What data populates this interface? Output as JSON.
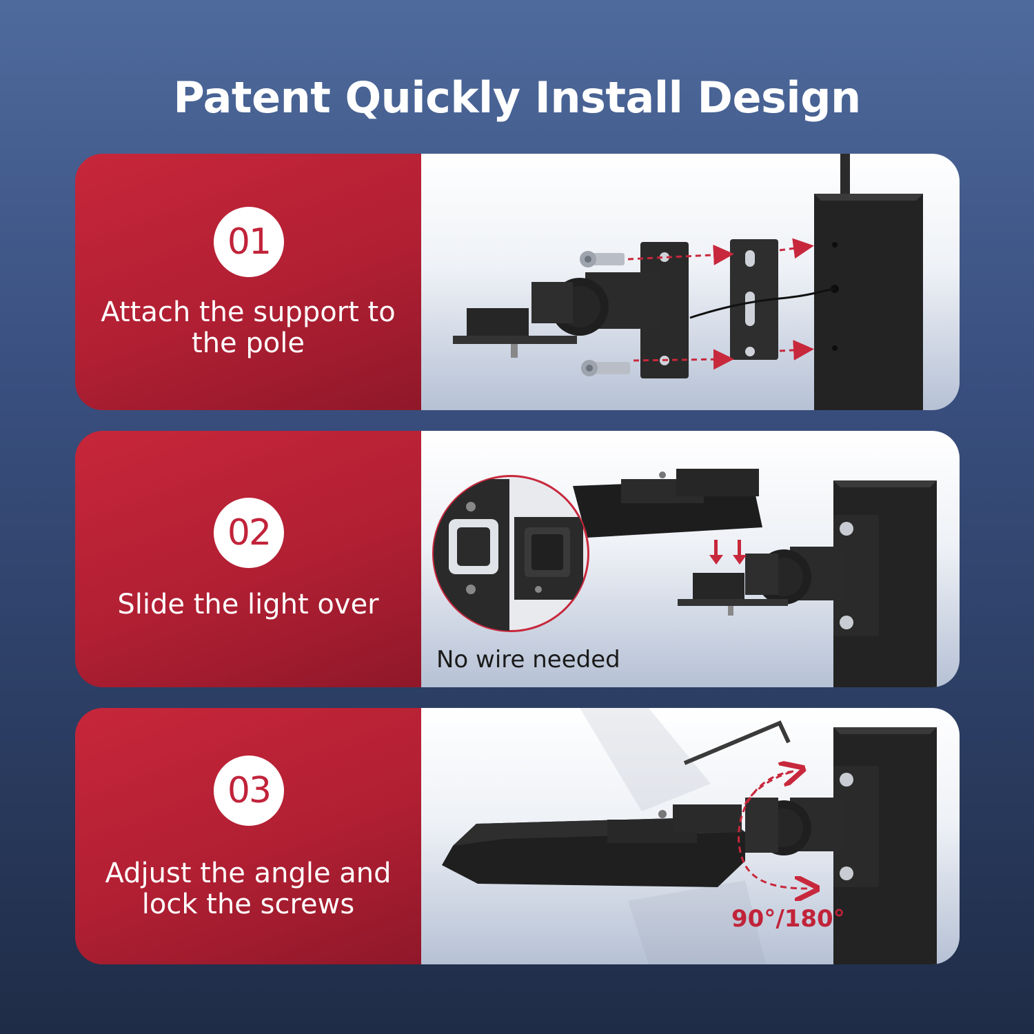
{
  "title": "Patent Quickly Install Design",
  "steps": [
    {
      "number": "01",
      "text": "Attach the support to the pole"
    },
    {
      "number": "02",
      "text": "Slide the light over",
      "caption": "No wire needed"
    },
    {
      "number": "03",
      "text": "Adjust the angle and lock the screws",
      "angle_label": "90°/180°"
    }
  ],
  "colors": {
    "accent_red": "#c1233a",
    "background_blue": "#3a5080",
    "white": "#ffffff"
  },
  "icons": [
    "screw-icon",
    "mounting-bracket-icon",
    "pole-icon",
    "connector-icon",
    "red-arrow-icon",
    "hex-key-icon",
    "rotation-arc-icon"
  ]
}
